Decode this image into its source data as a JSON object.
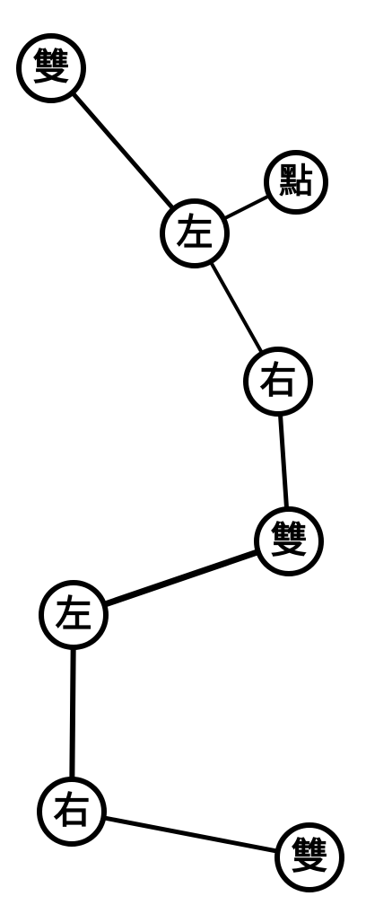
{
  "diagram": {
    "nodes": [
      {
        "id": "n1",
        "label": "雙"
      },
      {
        "id": "n2",
        "label": "點"
      },
      {
        "id": "n3",
        "label": "左"
      },
      {
        "id": "n4",
        "label": "右"
      },
      {
        "id": "n5",
        "label": "雙"
      },
      {
        "id": "n6",
        "label": "左"
      },
      {
        "id": "n7",
        "label": "右"
      },
      {
        "id": "n8",
        "label": "雙"
      }
    ],
    "edges": [
      {
        "from": "n1",
        "to": "n3"
      },
      {
        "from": "n2",
        "to": "n3"
      },
      {
        "from": "n3",
        "to": "n4"
      },
      {
        "from": "n4",
        "to": "n5"
      },
      {
        "from": "n5",
        "to": "n6"
      },
      {
        "from": "n6",
        "to": "n7"
      },
      {
        "from": "n7",
        "to": "n8"
      }
    ],
    "colors": {
      "stroke": "#000000",
      "node_fill": "#ffffff",
      "background": "#ffffff"
    }
  }
}
